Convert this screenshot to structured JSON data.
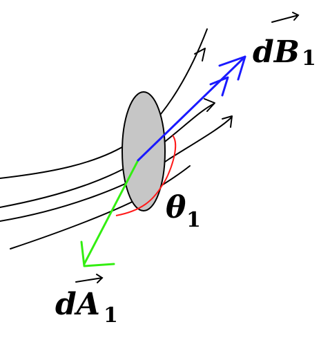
{
  "colors": {
    "background": "#ffffff",
    "field_lines": "#000000",
    "surface_fill": "#c6c6c6",
    "surface_stroke": "#000000",
    "vector_B": "#1a1aff",
    "vector_A": "#33ee11",
    "angle_arc": "#ff1a1a"
  },
  "labels": {
    "dB": {
      "symbol": "dB",
      "letter_d": "d",
      "letter_main": "B",
      "subscript": "1",
      "has_vector_arrow": true
    },
    "dA": {
      "symbol": "dA",
      "letter_d": "d",
      "letter_main": "A",
      "subscript": "1",
      "has_vector_arrow": true
    },
    "theta": {
      "symbol": "θ",
      "subscript": "1"
    }
  }
}
